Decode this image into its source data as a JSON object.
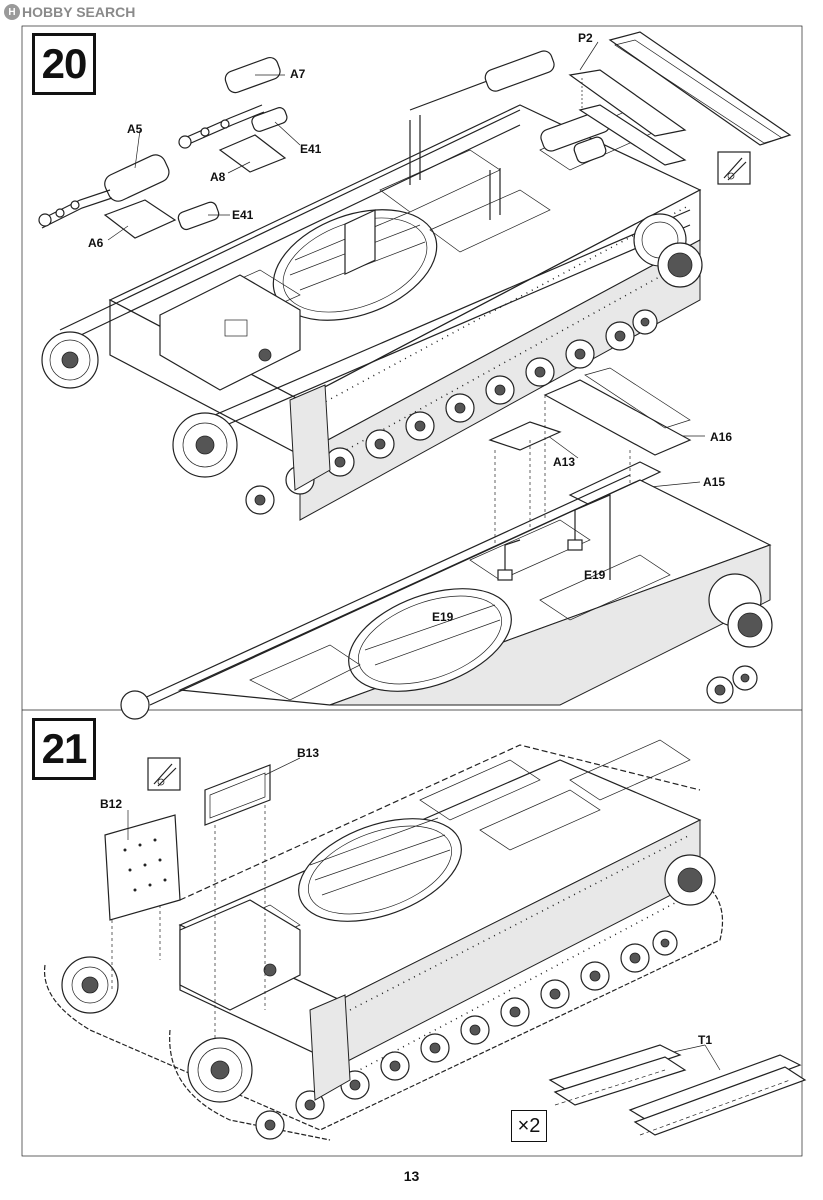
{
  "watermark": {
    "logo_text": "H",
    "text": "HOBBY SEARCH"
  },
  "steps": [
    {
      "number": "20",
      "parts": [
        "A7",
        "A5",
        "E41",
        "A8",
        "E41",
        "A6",
        "P2",
        "A16",
        "A13",
        "A15",
        "E19",
        "E19"
      ]
    },
    {
      "number": "21",
      "parts": [
        "B13",
        "B12",
        "T1"
      ],
      "quantity": "×2"
    }
  ],
  "page_number": "13"
}
